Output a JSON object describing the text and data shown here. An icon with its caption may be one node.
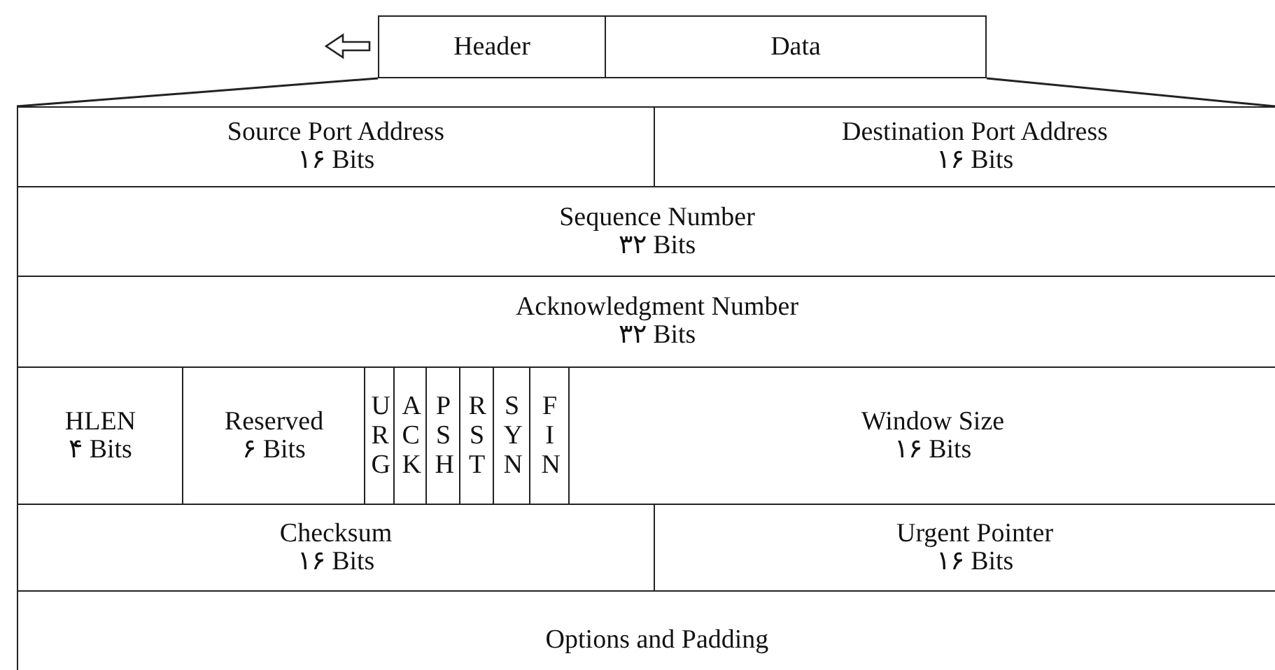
{
  "diagram": {
    "nodes": [
      {
        "text": [
          "Header"
        ]
      },
      {
        "text": [
          "Data"
        ]
      },
      {
        "text": [
          "Source Port Address",
          "۱۶ Bits"
        ]
      },
      {
        "text": [
          "Destination Port Address",
          "۱۶ Bits"
        ]
      },
      {
        "text": [
          "Sequence Number",
          "۳۲ Bits"
        ]
      },
      {
        "text": [
          "Acknowledgment Number",
          "۳۲ Bits"
        ]
      },
      {
        "text": [
          "HLEN",
          "۴ Bits"
        ]
      },
      {
        "text": [
          "Reserved",
          "۶ Bits"
        ]
      },
      {
        "text": [
          "U R G"
        ]
      },
      {
        "text": [
          "A C K"
        ]
      },
      {
        "text": [
          "P S H"
        ]
      },
      {
        "text": [
          "R S T"
        ]
      },
      {
        "text": [
          "S Y N"
        ]
      },
      {
        "text": [
          "F I N"
        ]
      },
      {
        "text": [
          "Window Size",
          "۱۶ Bits"
        ]
      },
      {
        "text": [
          "Checksum",
          "۱۶ Bits"
        ]
      },
      {
        "text": [
          "Urgent Pointer",
          "۱۶ Bits"
        ]
      },
      {
        "text": [
          "Options and Padding"
        ]
      }
    ],
    "edges": [
      {
        "from": 0,
        "to": null,
        "arrow": "to"
      },
      {
        "from": 0,
        "to": 2,
        "arrow": "none"
      },
      {
        "from": 1,
        "to": 3,
        "arrow": "none"
      }
    ]
  }
}
